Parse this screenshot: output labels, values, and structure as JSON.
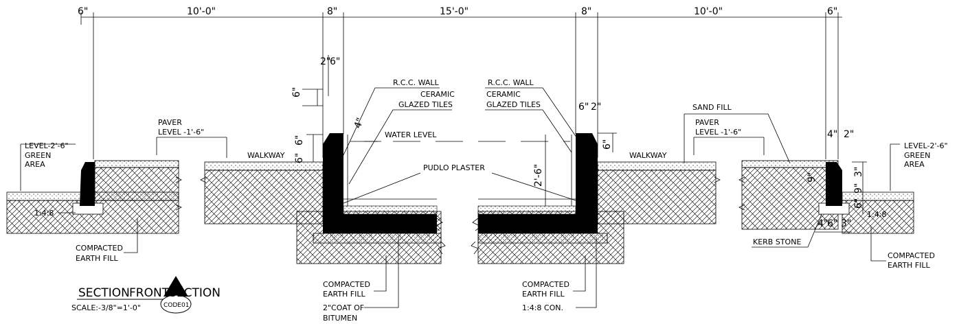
{
  "dimensions": {
    "top": [
      "6\"",
      "10'-0\"",
      "8\"",
      "15'-0\"",
      "8\"",
      "10'-0\"",
      "6\""
    ],
    "left_wall_2": "2\"",
    "left_wall_6": "6\"",
    "left_coping_6": "6\"",
    "left_freeboard_4": "4\"",
    "left_wall_side_6": "6\"",
    "left_wall_side_6b": "6\"",
    "right_wall_6": "6\"",
    "right_wall_2": "2\"",
    "right_wall_side_6": "6\"",
    "water_depth": "2'-6\"",
    "kerb_4": "4\"",
    "kerb_2": "2\"",
    "kerb_v_3": "3\"",
    "kerb_v_9": "9\"",
    "kerb_v_9b": "9\"",
    "kerb_v_6": "6\"",
    "kerb_bottom_4": "4\"",
    "kerb_bottom_6": "6\"",
    "kerb_bottom_3": "3\""
  },
  "labels": {
    "left_level": "LEVEL-2'-6\"",
    "left_green": "GREEN",
    "left_area": "AREA",
    "left_paver": "PAVER",
    "left_paver_level": "LEVEL -1'-6\"",
    "left_walkway": "WALKWAY",
    "left_mix": "1:4:8",
    "left_compacted": "COMPACTED",
    "left_earth_fill": "EARTH FILL",
    "rcc_wall_left": "R.C.C. WALL",
    "ceramic_left": "CERAMIC",
    "glazed_left": "GLAZED TILES",
    "water_level": "WATER LEVEL",
    "pudlo_plaster": "PUDLO PLASTER",
    "rcc_wall_right": "R.C.C. WALL",
    "ceramic_right": "CERAMIC",
    "glazed_right": "GLAZED TILES",
    "sand_fill": "SAND FILL",
    "right_paver": "PAVER",
    "right_paver_level": "LEVEL -1'-6\"",
    "right_walkway": "WALKWAY",
    "right_level": "LEVEL-2'-6\"",
    "right_green": "GREEN",
    "right_area": "AREA",
    "kerb_stone": "KERB STONE",
    "right_mix": "1:4:8",
    "right_compacted": "COMPACTED",
    "right_earth_fill": "EARTH FILL",
    "mid_compacted_left": "COMPACTED",
    "mid_earth_fill_left": "EARTH FILL",
    "bitumen_1": "2\"COAT OF",
    "bitumen_2": "BITUMEN",
    "mid_compacted_right": "COMPACTED",
    "mid_earth_fill_right": "EARTH FILL",
    "con_mix": "1:4:8 CON."
  },
  "title_block": {
    "section": "SECTION",
    "front_section": "FRONTSECTION",
    "scale": "SCALE:-3/8\"=1'-0\"",
    "code": "CODE01"
  }
}
